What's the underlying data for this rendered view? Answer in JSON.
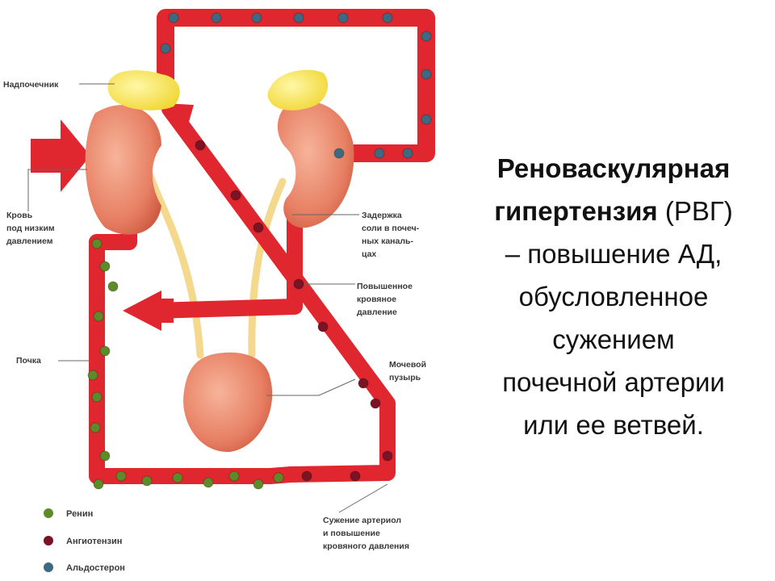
{
  "diagram": {
    "labels": {
      "adrenal": "Надпочечник",
      "low_pressure": [
        "Кровь",
        "под низким",
        "давлением"
      ],
      "salt_retention": [
        "Задержка",
        "соли в почеч-",
        "ных каналь-",
        "цах"
      ],
      "high_pressure": [
        "Повышенное",
        "кровяное",
        "давление"
      ],
      "kidney": "Почка",
      "bladder": [
        "Мочевой",
        "пузырь"
      ],
      "constriction": [
        "Сужение артериол",
        "и повышение",
        "кровяного давления"
      ]
    },
    "legend": [
      {
        "label": "Ренин",
        "color": "#5e8a2a"
      },
      {
        "label": "Ангиотензин",
        "color": "#7a1424"
      },
      {
        "label": "Альдостерон",
        "color": "#3d6a80"
      }
    ],
    "colors": {
      "vessel": "#e0262e",
      "kidney": "#e9856c",
      "adrenal": "#f6e24a",
      "ureter": "#f3d88e"
    }
  },
  "caption": {
    "bold_part": "Реноваскулярная гипертензия",
    "line_1": "Реноваскулярная",
    "line_2_bold": "гипертензия",
    "line_2_rest": " (РВГ)",
    "line_3": "– повышение АД,",
    "line_4": "обусловленное",
    "line_5": "сужением",
    "line_6": "почечной артерии",
    "line_7": "или ее ветвей."
  }
}
